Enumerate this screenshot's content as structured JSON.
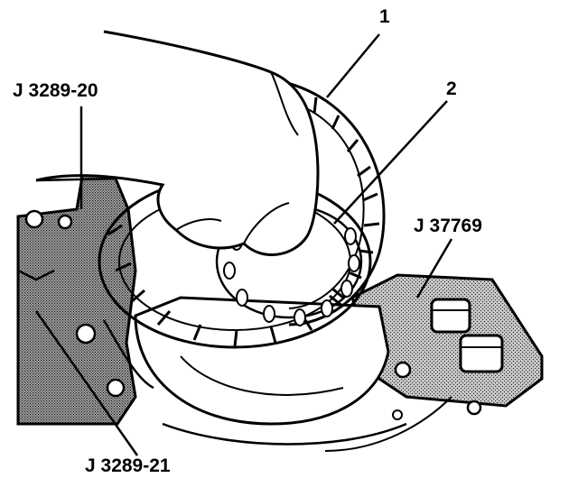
{
  "labels": {
    "part_1": "1",
    "part_2": "2",
    "tool_j3289_20": "J 3289-20",
    "tool_j37769": "J 37769",
    "tool_j3289_21": "J 3289-21"
  },
  "colors": {
    "ink": "#000000",
    "paper": "#ffffff",
    "stipple": "#9a9a9a"
  }
}
